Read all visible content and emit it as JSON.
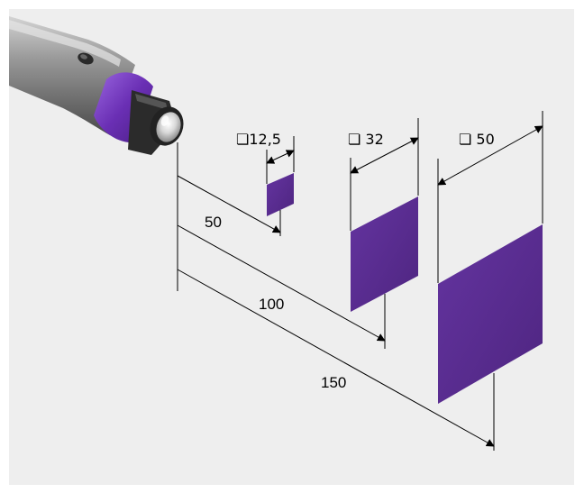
{
  "diagram": {
    "background_color": "#eeeeee",
    "target_color": "#5b2d8e",
    "sensor_accent_color": "#7b3fc4",
    "targets": [
      {
        "size_label": "❏12,5",
        "distance_label": "50"
      },
      {
        "size_label": "❏ 32",
        "distance_label": "100"
      },
      {
        "size_label": "❏ 50",
        "distance_label": "150"
      }
    ]
  }
}
